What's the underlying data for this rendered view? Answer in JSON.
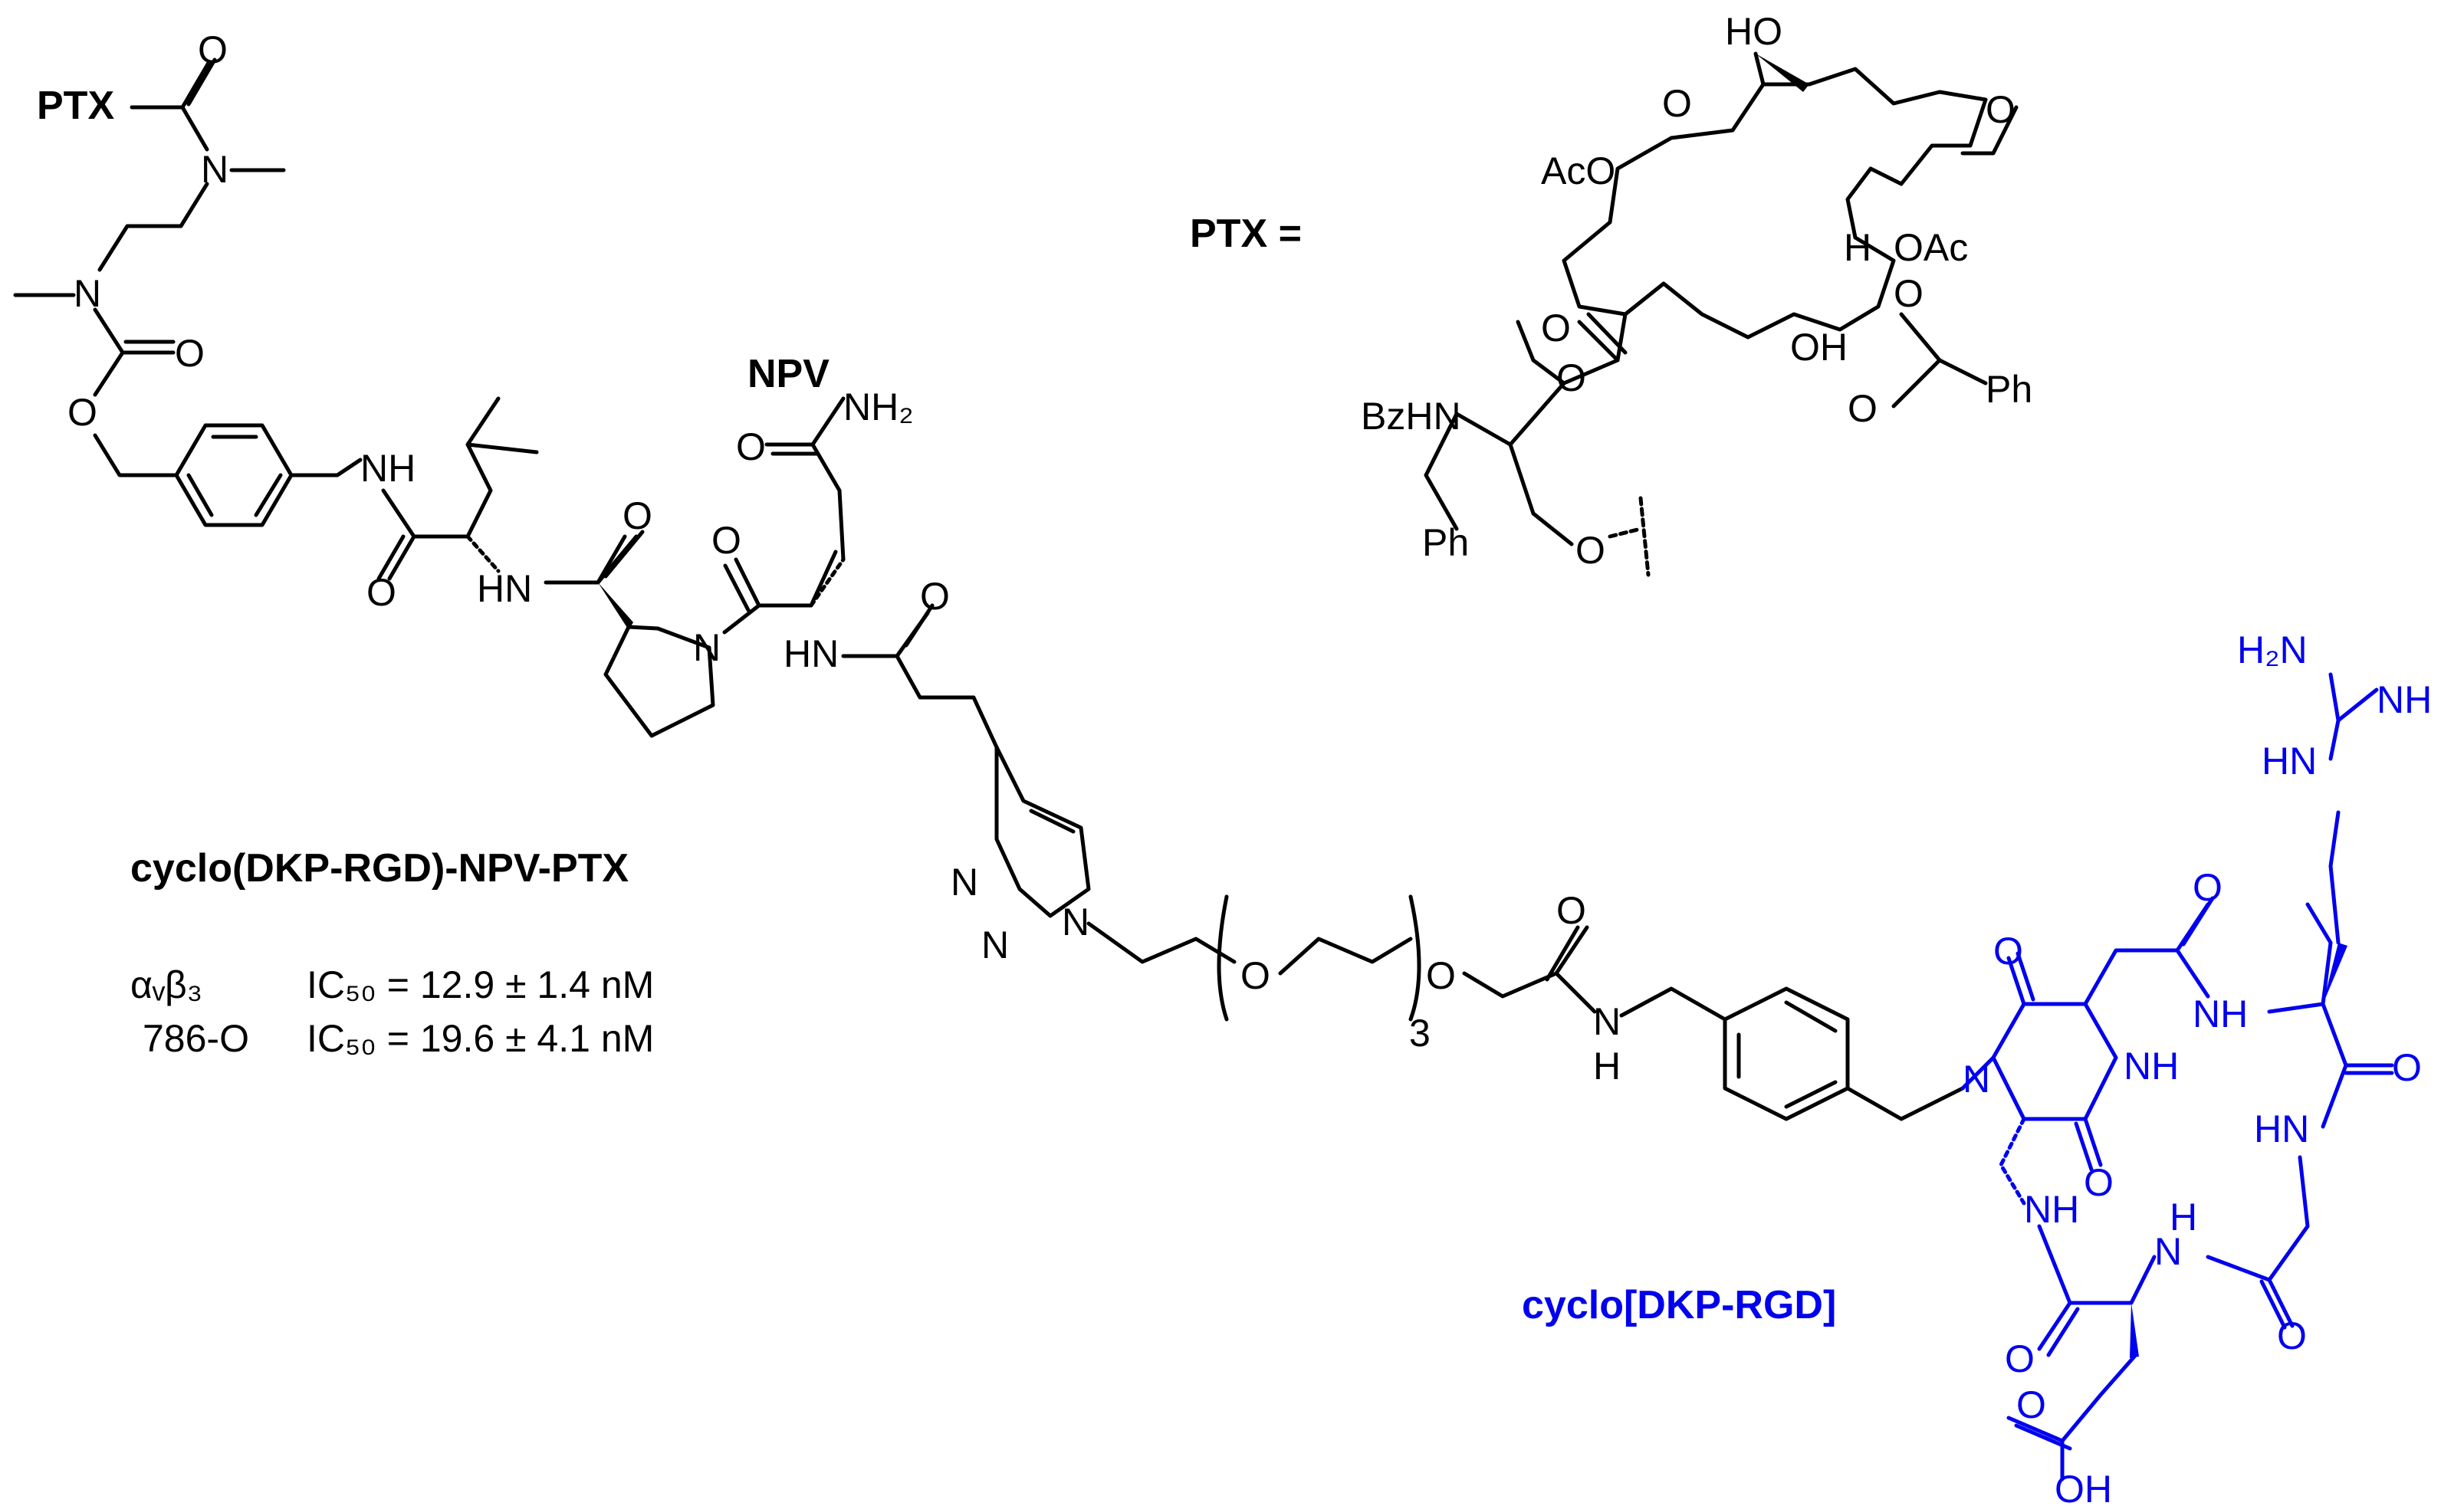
{
  "labels": {
    "ptx_prefix": "PTX",
    "ptx_equals": "PTX =",
    "npv": "NPV",
    "conjugate_name": "cyclo(DKP-RGD)-NPV-PTX",
    "peptide_name": "cyclo[DKP-RGD]"
  },
  "ic50": [
    {
      "target": "αᵥβ₃",
      "label": "IC₅₀ = 12.9 ± 1.4 nM"
    },
    {
      "target": "786-O",
      "label": "IC₅₀ = 19.6 ± 4.1 nM"
    }
  ],
  "atoms": {
    "O": "O",
    "N": "N",
    "NH": "NH",
    "HN": "HN",
    "H": "H",
    "NH2": "NH₂",
    "H2N": "H₂N",
    "OH": "OH",
    "HO": "HO",
    "AcO": "AcO",
    "OAc": "OAc",
    "Ph": "Ph",
    "BzHN": "BzHN",
    "peg_repeat": "3"
  },
  "colors": {
    "structure": "#000000",
    "peptide": "#0000ee"
  }
}
